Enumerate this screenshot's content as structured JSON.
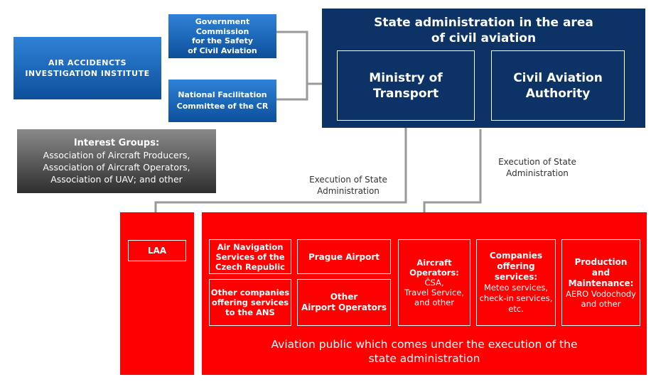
{
  "state_admin": {
    "title": "State administration in the area\nof civil aviation",
    "ministry": "Ministry of\nTransport",
    "caa": "Civil Aviation\nAuthority"
  },
  "aaii": "AIR ACCIDENCTS\nINVESTIGATION INSTITUTE",
  "gov_commission": "Government\nCommission\nfor the Safety\nof Civil Aviation",
  "facilitation": "National Facilitation\nCommittee of the CR",
  "interest_groups": {
    "title": "Interest Groups:",
    "body": "Association of Aircraft Producers,\nAssociation of Aircraft Operators,\nAssociation of UAV; and other"
  },
  "labels": {
    "exec_left": "Execution of State\nAdministration",
    "exec_right": "Execution of State\nAdministration"
  },
  "laa": "LAA",
  "public": {
    "ans": "Air Navigation\nServices of the\nCzech Republic",
    "prague": "Prague Airport",
    "other_ans": "Other companies\noffering services\nto the ANS",
    "other_airports": "Other\nAirport Operators",
    "aircraft_ops_title": "Aircraft\nOperators:",
    "aircraft_ops_body": "ČSA,\nTravel Service,\nand other",
    "companies_title": "Companies\noffering\nservices:",
    "companies_body": "Meteo services,\ncheck-in services,\netc.",
    "production_title": "Production\nand\nMaintenance:",
    "production_body": "AERO Vodochody\nand other",
    "caption": "Aviation public which comes under the execution of the\nstate administration"
  }
}
